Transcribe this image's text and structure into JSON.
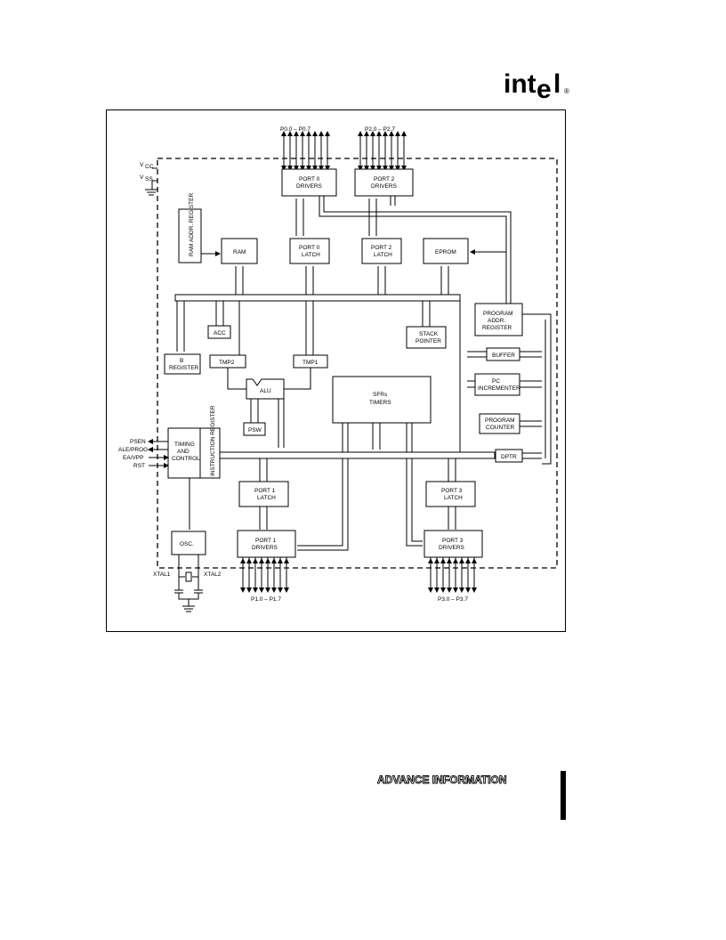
{
  "header": {
    "logo_text": "int",
    "logo_drop": "e",
    "logo_end": "l",
    "trademark": "®"
  },
  "diagram": {
    "ports": {
      "p0_range": "P0.0 – P0.7",
      "p2_range": "P2.0 – P2.7",
      "p1_range": "P1.0 – P1.7",
      "p3_range": "P3.0 – P3.7"
    },
    "power": {
      "vcc": "V",
      "vcc_sub": "CC",
      "vss": "V",
      "vss_sub": "SS"
    },
    "blocks": {
      "port0_drivers": [
        "PORT 0",
        "DRIVERS"
      ],
      "port2_drivers": [
        "PORT 2",
        "DRIVERS"
      ],
      "ram_addr_register": "RAM ADDR. REGISTER",
      "ram": "RAM",
      "port0_latch": [
        "PORT 0",
        "LATCH"
      ],
      "port2_latch": [
        "PORT 2",
        "LATCH"
      ],
      "eprom": "EPROM",
      "program_addr_register": [
        "PROGRAM",
        "ADDR.",
        "REGISTER"
      ],
      "acc": "ACC",
      "stack_pointer": [
        "STACK",
        "POINTER"
      ],
      "b_register": [
        "B",
        "REGISTER"
      ],
      "tmp2": "TMP2",
      "tmp1": "TMP1",
      "buffer": "BUFFER",
      "alu": "ALU",
      "sfrs_timers": [
        "SFRs",
        "TIMERS"
      ],
      "pc_incrementer": [
        "PC",
        "INCREMENTER"
      ],
      "psw": "PSW",
      "program_counter": [
        "PROGRAM",
        "COUNTER"
      ],
      "timing_control": [
        "TIMING",
        "AND",
        "CONTROL"
      ],
      "instruction_register": "INSTRUCTION REGISTER",
      "dptr": "DPTR",
      "port1_latch": [
        "PORT 1",
        "LATCH"
      ],
      "port3_latch": [
        "PORT 3",
        "LATCH"
      ],
      "osc": "OSC.",
      "port1_drivers": [
        "PORT 1",
        "DRIVERS"
      ],
      "port3_drivers": [
        "PORT 3",
        "DRIVERS"
      ]
    },
    "control_signals": [
      "PSEN",
      "ALE/PROG",
      "EA/VPP",
      "RST"
    ],
    "crystal": {
      "xtal1": "XTAL1",
      "xtal2": "XTAL2"
    }
  },
  "footer": {
    "advance_information": "ADVANCE INFORMATION"
  }
}
